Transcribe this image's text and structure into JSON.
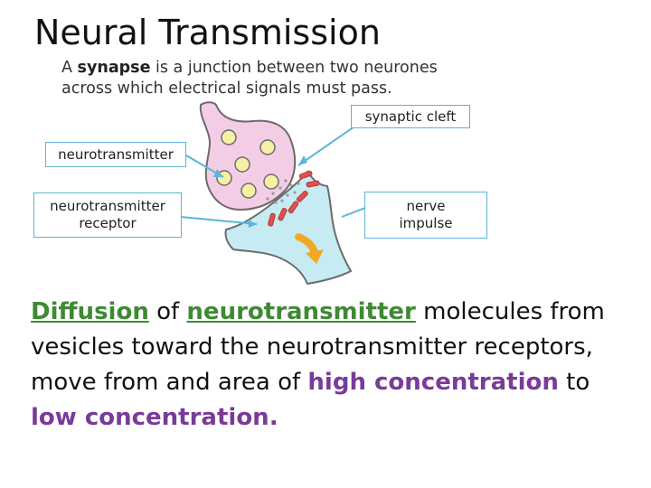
{
  "title": "Neural Transmission",
  "intro": {
    "part1": "A ",
    "bold": "synapse",
    "part2": " is a junction between two neurones",
    "line2": "across which electrical signals must pass."
  },
  "labels": {
    "synaptic_cleft": "synaptic cleft",
    "neurotransmitter": "neurotransmitter",
    "receptor_line1": "neurotransmitter",
    "receptor_line2": "receptor",
    "impulse_line1": "nerve",
    "impulse_line2": "impulse"
  },
  "body": {
    "diffusion": "Diffusion",
    "of": " of ",
    "neurotransmitter": "neurotransmitter",
    "rest1": " molecules from vesicles toward the neurotransmitter receptors, move from and area of ",
    "high": "high concentration",
    "to": " to ",
    "low": "low concentration."
  },
  "colors": {
    "presynaptic": "#f3cde6",
    "postsynaptic": "#c6ebf3",
    "vesicle": "#f6f0a4",
    "receptor": "#e0504e",
    "arrow": "#58b6dc",
    "impulse_arrow": "#f3a823"
  }
}
